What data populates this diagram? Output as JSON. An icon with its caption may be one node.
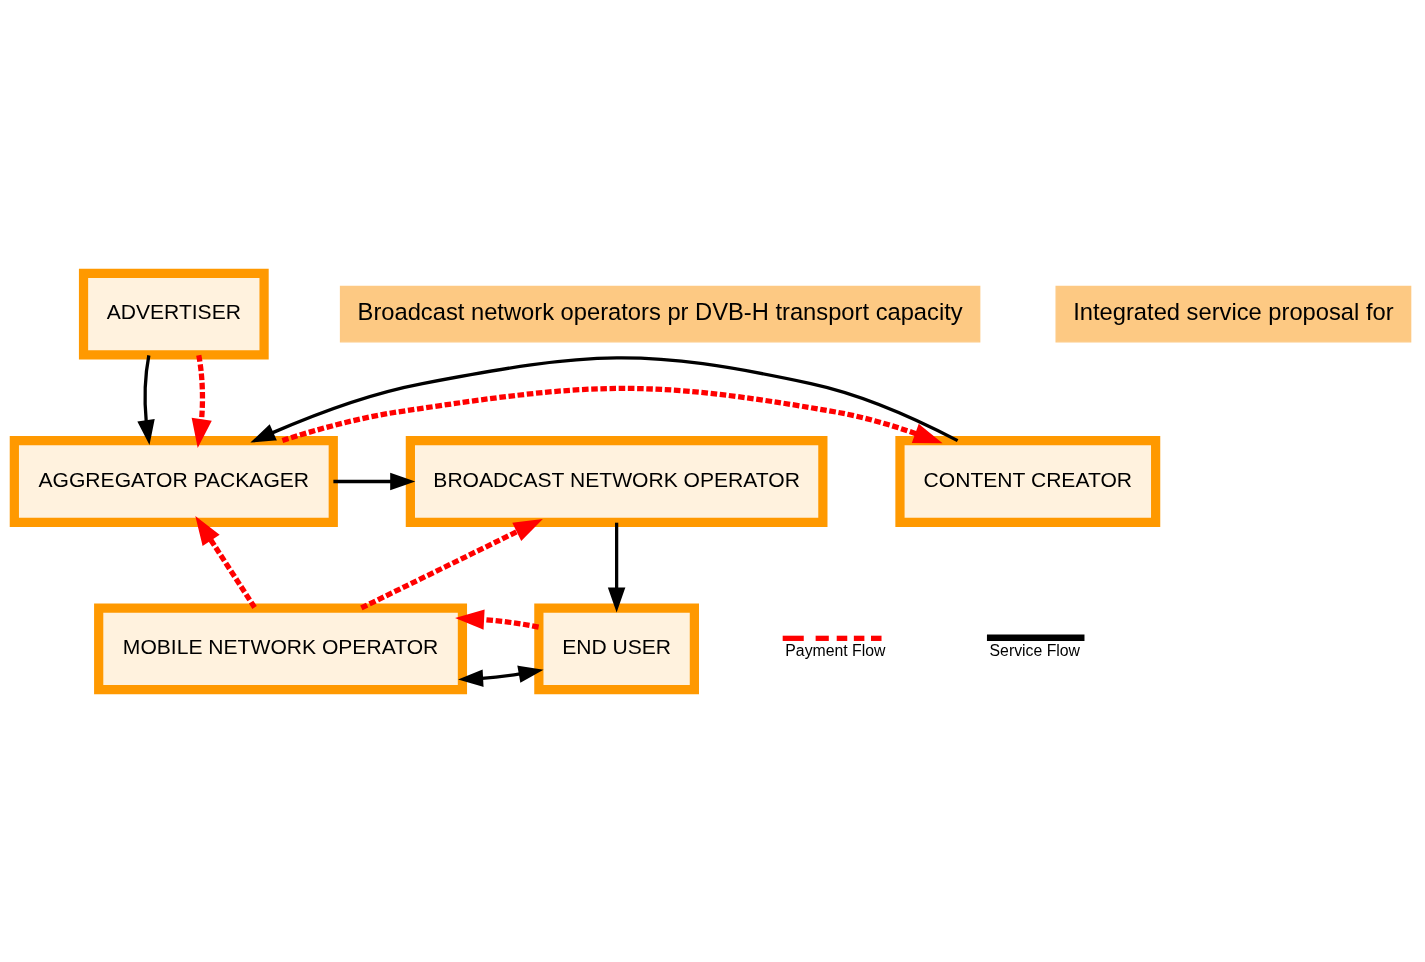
{
  "diagram": {
    "nodes": [
      {
        "text": [
          "ADVERTISER"
        ]
      },
      {
        "text": [
          "CONTENT CREATOR"
        ]
      },
      {
        "text": [
          "AGGREGATOR PACKAGER"
        ]
      },
      {
        "text": [
          "BROADCAST NETWORK OPERATOR"
        ]
      },
      {
        "text": [
          "MOBILE NETWORK OPERATOR"
        ]
      },
      {
        "text": [
          "END USER"
        ]
      }
    ],
    "edges": [
      {
        "from": 0,
        "to": 2,
        "arrow": "to"
      },
      {
        "from": 0,
        "to": 2,
        "arrow": "to",
        "style": "dashed",
        "color": "#ff0000"
      },
      {
        "from": 2,
        "to": 1,
        "arrow": "to",
        "style": "dashed",
        "color": "#ff0000"
      },
      {
        "from": 1,
        "to": 2,
        "arrow": "to"
      },
      {
        "from": 2,
        "to": 3,
        "arrow": "to"
      },
      {
        "from": 3,
        "to": 5,
        "arrow": "to"
      },
      {
        "from": 4,
        "to": 5,
        "arrow": "both"
      },
      {
        "from": 4,
        "to": 2,
        "arrow": "to",
        "style": "dashed",
        "color": "#ff0000"
      },
      {
        "from": 4,
        "to": 3,
        "arrow": "to",
        "style": "dashed",
        "color": "#ff0000"
      },
      {
        "from": 5,
        "to": 4,
        "arrow": "to",
        "style": "dashed",
        "color": "#ff0000"
      }
    ],
    "labels": [
      "Broadcast network operators pr DVB-H transport capacity",
      "Integrated service proposal for"
    ],
    "legend": [
      {
        "text": "Payment Flow"
      },
      {
        "text": "Service Flow"
      }
    ]
  }
}
